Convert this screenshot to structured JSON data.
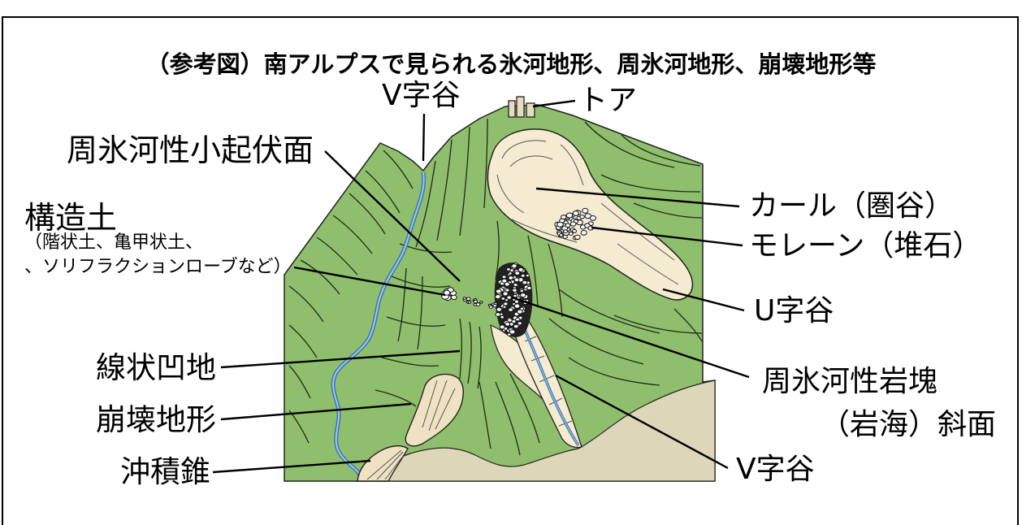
{
  "title": "（参考図）南アルプスで見られる氷河地形、周氷河地形、崩壊地形等",
  "labels": {
    "v_valley_top": "V字谷",
    "tor": "トア",
    "periglacial_low_relief_surface": "周氷河性小起伏面",
    "patterned_ground": "構造土",
    "patterned_ground_note_1": "（階状土、亀甲状土、",
    "patterned_ground_note_2": "、ソリフラクションローブなど）",
    "cirque": "カール（圏谷）",
    "moraine": "モレーン（堆石）",
    "u_valley": "U字谷",
    "block_slope_1": "周氷河性岩塊",
    "block_slope_2": "（岩海）斜面",
    "v_valley_bottom": "V字谷",
    "linear_depression": "線状凹地",
    "collapse_landform": "崩壊地形",
    "alluvial_cone": "沖積錐"
  },
  "colors": {
    "mountain_green": "#8fbf6d",
    "ground_tan": "#ddd6b8",
    "cirque_cream": "#f4ebd1",
    "river_blue": "#3f74b0",
    "river_light": "#9cc9ec",
    "rock_dark": "#222222"
  }
}
